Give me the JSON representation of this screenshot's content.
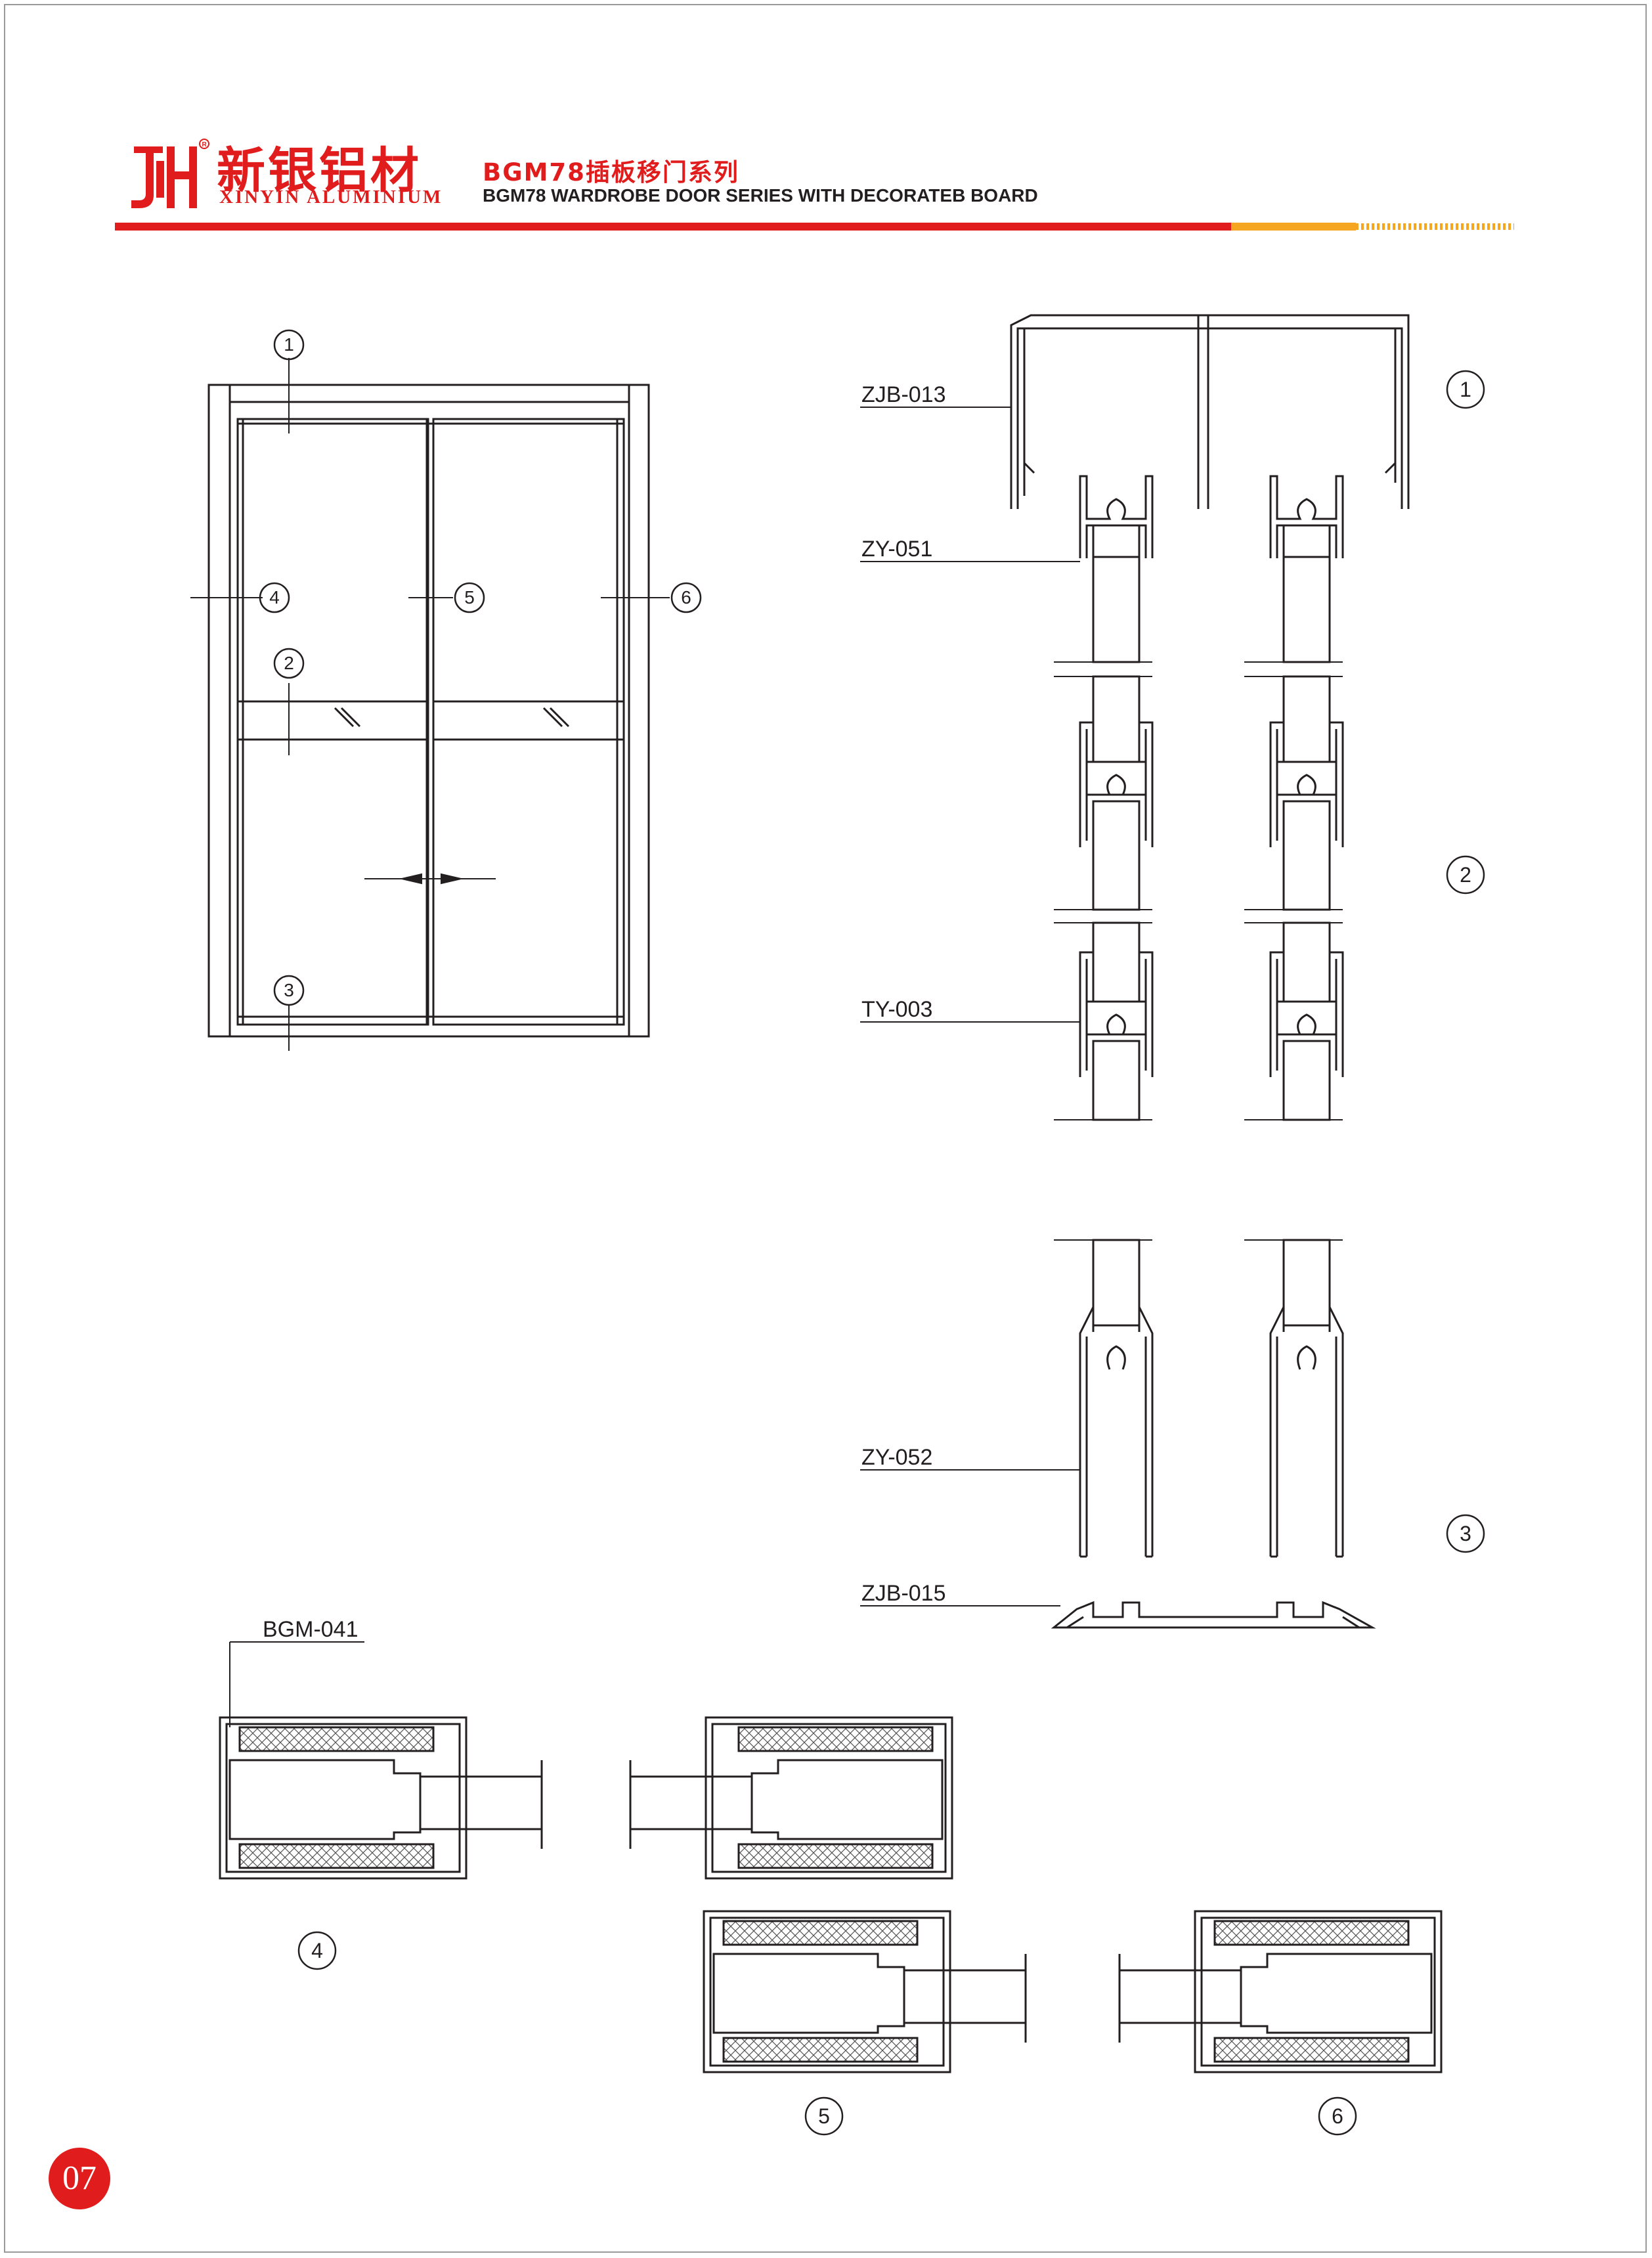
{
  "header": {
    "brand_zh": "新银铝材",
    "brand_en": "XINYIN ALUMINIUM",
    "title_zh": "BGM78插板移门系列",
    "title_en": "BGM78 WARDROBE DOOR SERIES WITH DECORATEB BOARD",
    "accent_color": "#e11c1c",
    "secondary_color": "#f5a51f",
    "logo_icon": "xinyin-logo-icon"
  },
  "elevation": {
    "markers": [
      "1",
      "2",
      "3",
      "4",
      "5",
      "6"
    ]
  },
  "profiles": {
    "zjb013": "ZJB-013",
    "zy051": "ZY-051",
    "ty003": "TY-003",
    "zy052": "ZY-052",
    "zjb015": "ZJB-015",
    "bgm041": "BGM-041"
  },
  "right_markers": [
    "1",
    "2",
    "3"
  ],
  "bottom_markers": [
    "4",
    "5",
    "6"
  ],
  "page_number": "07"
}
